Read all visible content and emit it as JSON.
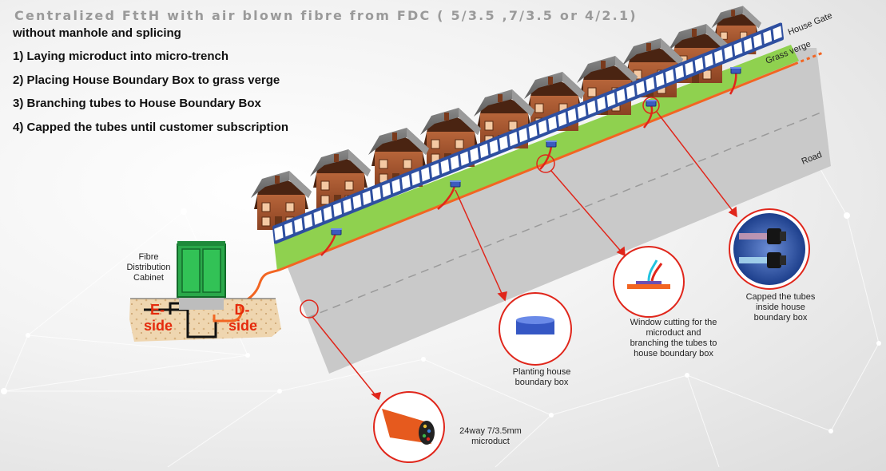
{
  "title": "Centralized FttH with air blown fibre from FDC ( 5/3.5 ,7/3.5 or 4/2.1)",
  "subtitle": "without manhole and splicing",
  "steps": [
    "1) Laying microduct into micro-trench",
    "2) Placing House Boundary Box to grass verge",
    "3) Branching tubes to House Boundary Box",
    "4) Capped the tubes until customer subscription"
  ],
  "labels": {
    "house_gate": "House Gate",
    "grass_verge": "Grass verge",
    "road": "Road",
    "cabinet": "Fibre Distribution Cabinet",
    "e_side": "E-side",
    "d_side": "D-side",
    "microduct": "24way 7/3.5mm microduct",
    "planting": "Planting house boundary box",
    "window_cutting": "Window cutting for the microduct and branching the tubes to house boundary box",
    "capped": "Capped the tubes inside house boundary box"
  },
  "colors": {
    "grass": "#8fd14f",
    "road": "#c8c8c8",
    "fence": "#2e4fa0",
    "microduct": "#f26522",
    "callout": "#e0261b",
    "cabinet": "#2aa84a",
    "house_brick": "#a0522d",
    "roof": "#707070"
  }
}
